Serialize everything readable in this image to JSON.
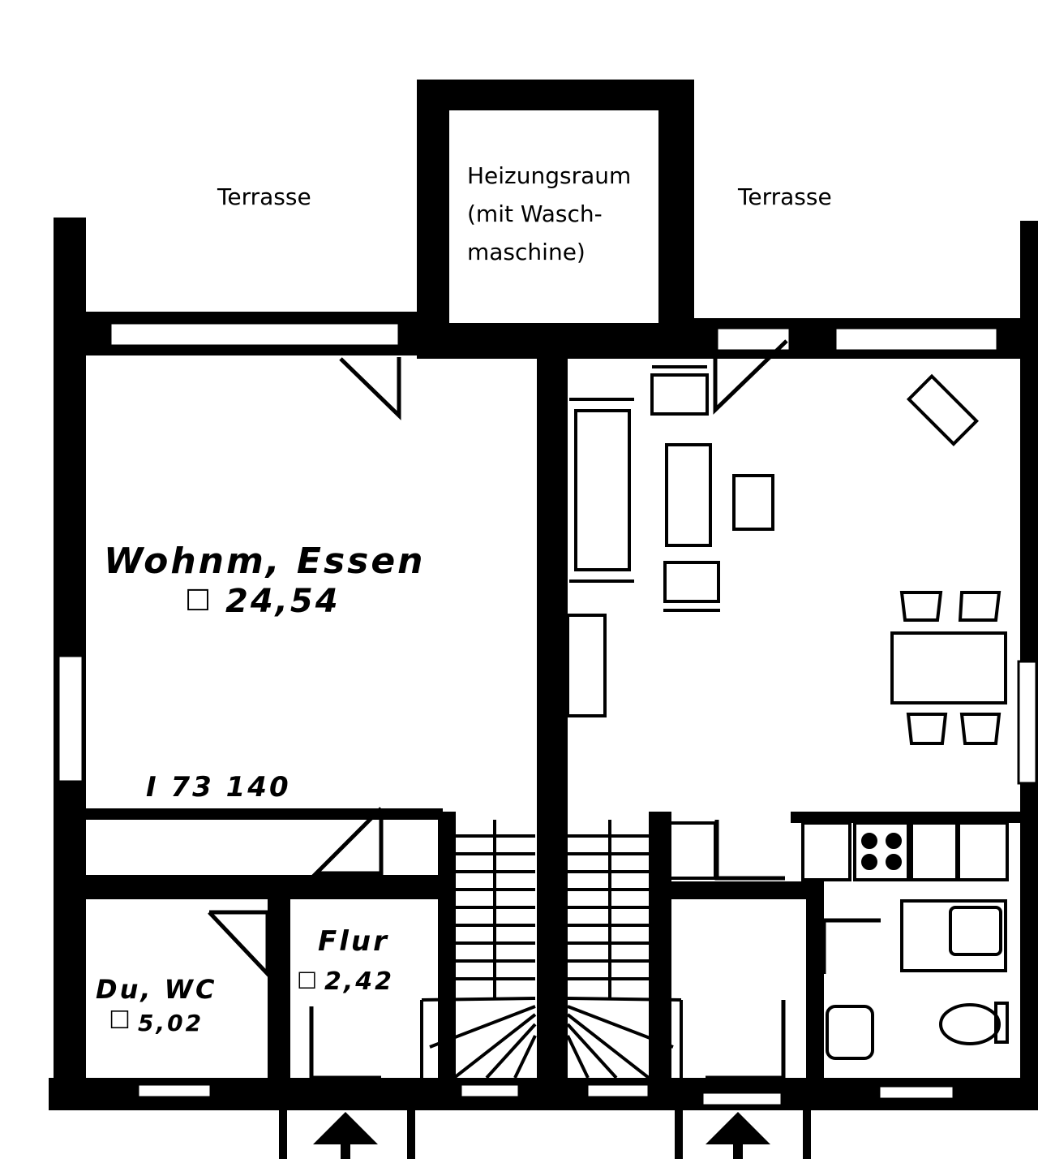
{
  "labels": {
    "terrace_left": "Terrasse",
    "terrace_right": "Terrasse",
    "heating_line1": "Heizungsraum",
    "heating_line2": "(mit Wasch-",
    "heating_line3": "maschine)"
  },
  "handwritten": {
    "living_name": "Wohnm, Essen",
    "living_area": "24,54",
    "level_note": "I 73 140",
    "hall_name": "Flur",
    "hall_area": "2,42",
    "bath_name": "Du, WC",
    "bath_area": "5,02",
    "area_symbol": "☐"
  },
  "colors": {
    "wall": "#000000",
    "paper": "#ffffff"
  }
}
